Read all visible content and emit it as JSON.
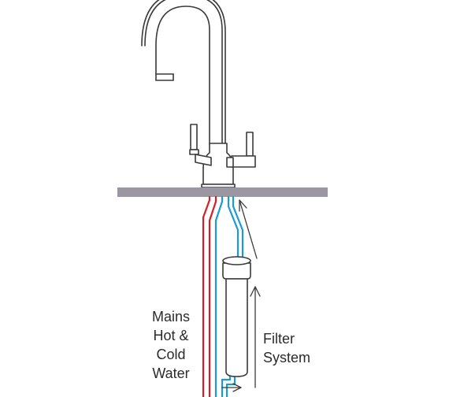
{
  "labels": {
    "mains": [
      "Mains",
      "Hot &",
      "Cold",
      "Water"
    ],
    "filter": [
      "Filter",
      "System"
    ]
  },
  "colors": {
    "outline": "#3a3a3a",
    "countertop": "#9a97a3",
    "hot_pipe": "#d2202a",
    "cold_pipe": "#1a9ad6"
  }
}
